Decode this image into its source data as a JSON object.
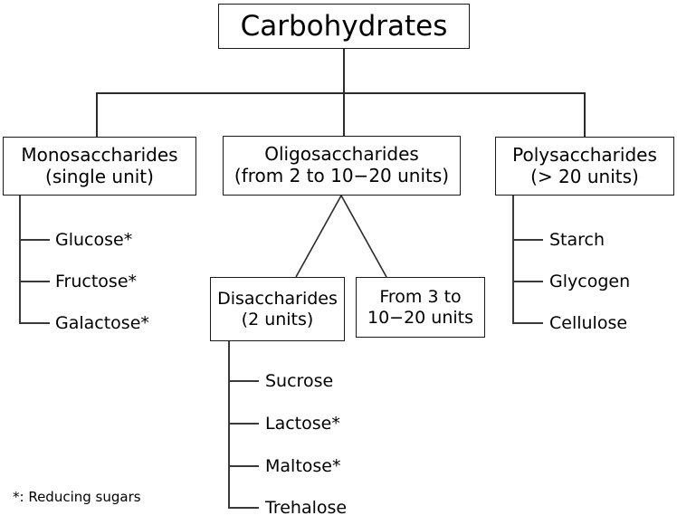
{
  "diagram": {
    "title": "Carbohydrates",
    "root": {
      "label": "Carbohydrates"
    },
    "level1": [
      {
        "name": "monosaccharides",
        "line1": "Monosaccharides",
        "line2": "(single unit)"
      },
      {
        "name": "oligosaccharides",
        "line1": "Oligosaccharides",
        "line2": "(from 2 to 10−20 units)"
      },
      {
        "name": "polysaccharides",
        "line1": "Polysaccharides",
        "line2": "(> 20 units)"
      }
    ],
    "level2": [
      {
        "name": "disaccharides",
        "line1": "Disaccharides",
        "line2": "(2 units)"
      },
      {
        "name": "from-3-to-10-20-units",
        "line1": "From 3 to",
        "line2": "10−20 units"
      }
    ],
    "lists": {
      "monosaccharides": [
        "Glucose*",
        "Fructose*",
        "Galactose*"
      ],
      "polysaccharides": [
        "Starch",
        "Glycogen",
        "Cellulose"
      ],
      "disaccharides": [
        "Sucrose",
        "Lactose*",
        "Maltose*",
        "Trehalose"
      ]
    },
    "footnote": "*: Reducing sugars",
    "colors": {
      "stroke": "#1a1a1a",
      "line": "#2b2b2b",
      "rail": "#3a3a3a",
      "text": "#000000",
      "background": "#ffffff"
    }
  }
}
